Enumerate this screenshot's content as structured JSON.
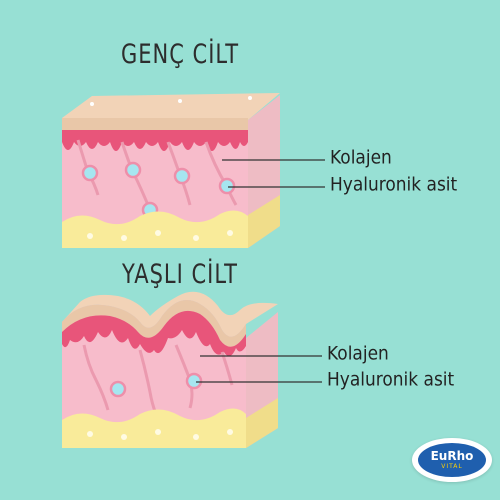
{
  "young": {
    "title": "GENÇ CİLT",
    "label_collagen": "Kolajen",
    "label_hyaluronic": "Hyaluronik asit"
  },
  "old": {
    "title": "YAŞLI CİLT",
    "label_collagen": "Kolajen",
    "label_hyaluronic": "Hyaluronik asit"
  },
  "logo": {
    "main": "EuRho",
    "sub": "VITAL"
  },
  "colors": {
    "background": "#97e0d4",
    "epidermis": "#e9c7a8",
    "dermis": "#f7bccb",
    "papillae": "#e8557a",
    "fat": "#f9eb9a",
    "hyaluronic": "#a6e6f0",
    "logo_blue": "#1f5fae"
  }
}
